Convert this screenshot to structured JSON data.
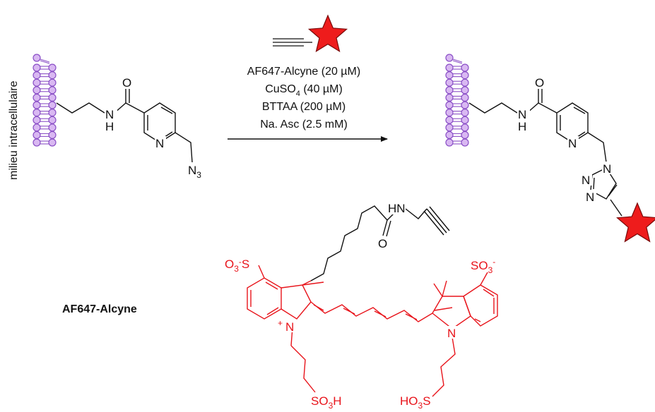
{
  "side_label": "milieu intracellulaire",
  "conditions": {
    "line1": "AF647-Alcyne (20 µM)",
    "line2_main": "CuSO",
    "line2_sub": "4",
    "line2_rest": " (40 µM)",
    "line3": "BTTAA (200 µM)",
    "line4": "Na. Asc (2.5 mM)"
  },
  "atoms": {
    "O": "O",
    "N": "N",
    "H": "H",
    "HN": "HN",
    "N3_main": "N",
    "N3_sub": "3",
    "plus": "+",
    "S": "S",
    "minus": "-",
    "SO3_main": "SO",
    "SO3_sub": "3",
    "O3_main": "O",
    "O3_sub": "3",
    "SO3H_main": "SO",
    "SO3H_sub": "3",
    "SO3H_tail": "H",
    "HO3S_head": "HO",
    "HO3S_sub": "3",
    "HO3S_tail": "S"
  },
  "dye_name": "AF647-Alcyne",
  "colors": {
    "membrane_fill": "#d9b8f2",
    "membrane_stroke": "#8a4fc6",
    "dye_red": "#e8141b",
    "star_red": "#ee1c1c",
    "bond_black": "#111111"
  },
  "icons": {
    "fluorophore": "red-star-icon",
    "membrane": "lipid-bilayer-icon"
  }
}
